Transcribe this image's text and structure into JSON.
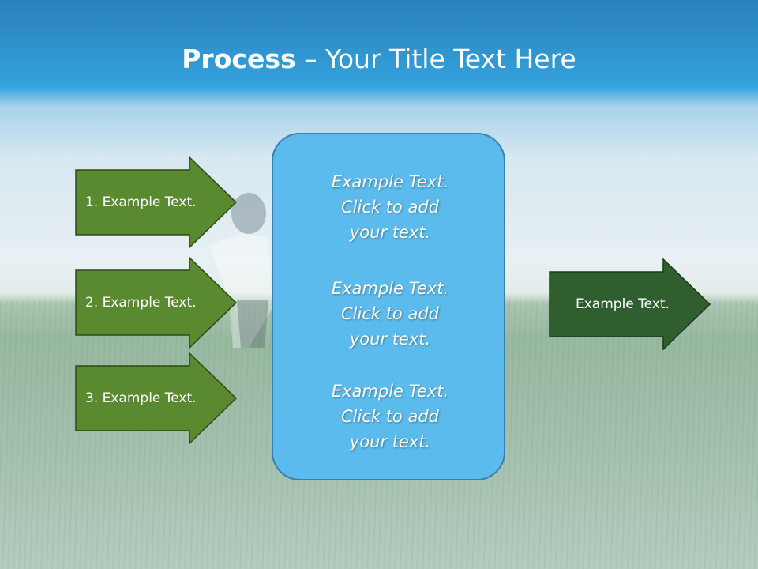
{
  "title": {
    "bold": "Process",
    "rest": " – Your Title Text Here"
  },
  "left_arrows": [
    {
      "label": "1. Example Text."
    },
    {
      "label": "2. Example Text."
    },
    {
      "label": "3. Example Text."
    }
  ],
  "center": {
    "paragraphs": [
      [
        "Example Text.",
        "Click  to add",
        "your text."
      ],
      [
        "Example Text.",
        "Click  to add",
        "your text."
      ],
      [
        "Example Text.",
        "Click  to add",
        "your text."
      ]
    ]
  },
  "right_arrow": {
    "label": "Example Text."
  },
  "colors": {
    "left_arrow_fill": "#5a8a30",
    "right_arrow_fill": "#2f5e2f",
    "center_fill": "#5bbbec",
    "title": "#ffffff"
  }
}
